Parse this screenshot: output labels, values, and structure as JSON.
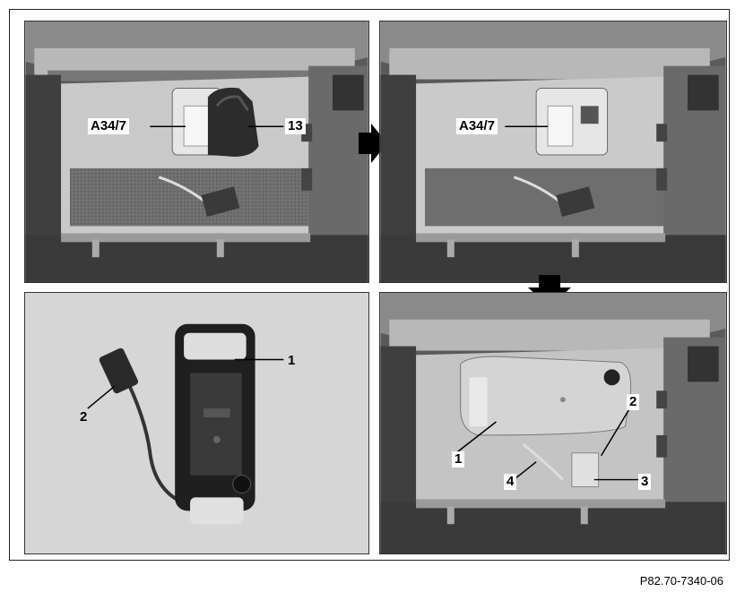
{
  "figure_id": "P82.70-7340-06",
  "panels": {
    "top_left": {
      "labels": {
        "a34_7": "A34/7",
        "n13": "13"
      }
    },
    "top_right": {
      "labels": {
        "a34_7": "A34/7"
      }
    },
    "bottom_left": {
      "labels": {
        "n1": "1",
        "n2": "2"
      }
    },
    "bottom_right": {
      "labels": {
        "n1": "1",
        "n2": "2",
        "n3": "3",
        "n4": "4"
      }
    }
  }
}
